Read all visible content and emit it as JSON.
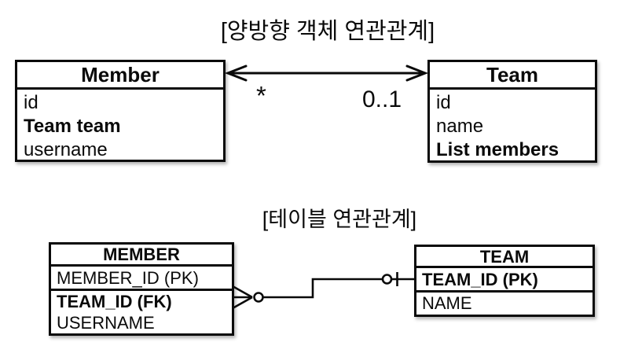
{
  "colors": {
    "ink": "#0a0a0a",
    "background": "#ffffff"
  },
  "object_diagram": {
    "title": "[양방향 객체 연관관계]",
    "member_class": {
      "name": "Member",
      "fields": [
        {
          "label": "id",
          "style": "regular"
        },
        {
          "label": "Team team",
          "style": "bold"
        },
        {
          "label": "username",
          "style": "regular"
        }
      ]
    },
    "team_class": {
      "name": "Team",
      "fields": [
        {
          "label": "id",
          "style": "regular"
        },
        {
          "label": "name",
          "style": "regular"
        },
        {
          "label": "List members",
          "style": "bold"
        }
      ]
    },
    "association": {
      "type": "bidirectional-arrow",
      "member_multiplicity": "*",
      "team_multiplicity": "0..1"
    }
  },
  "table_diagram": {
    "title": "[테이블 연관관계]",
    "member_table": {
      "name": "MEMBER",
      "pk_row": "MEMBER_ID (PK)",
      "columns": [
        {
          "label": "TEAM_ID (FK)",
          "style": "bold"
        },
        {
          "label": "USERNAME",
          "style": "regular"
        }
      ]
    },
    "team_table": {
      "name": "TEAM",
      "pk_row": "TEAM_ID (PK)",
      "columns": [
        {
          "label": "NAME",
          "style": "regular"
        }
      ]
    },
    "relationship": {
      "member_end": "many-optional (crow's foot + circle)",
      "team_end": "zero-or-one (circle + bar)"
    }
  }
}
